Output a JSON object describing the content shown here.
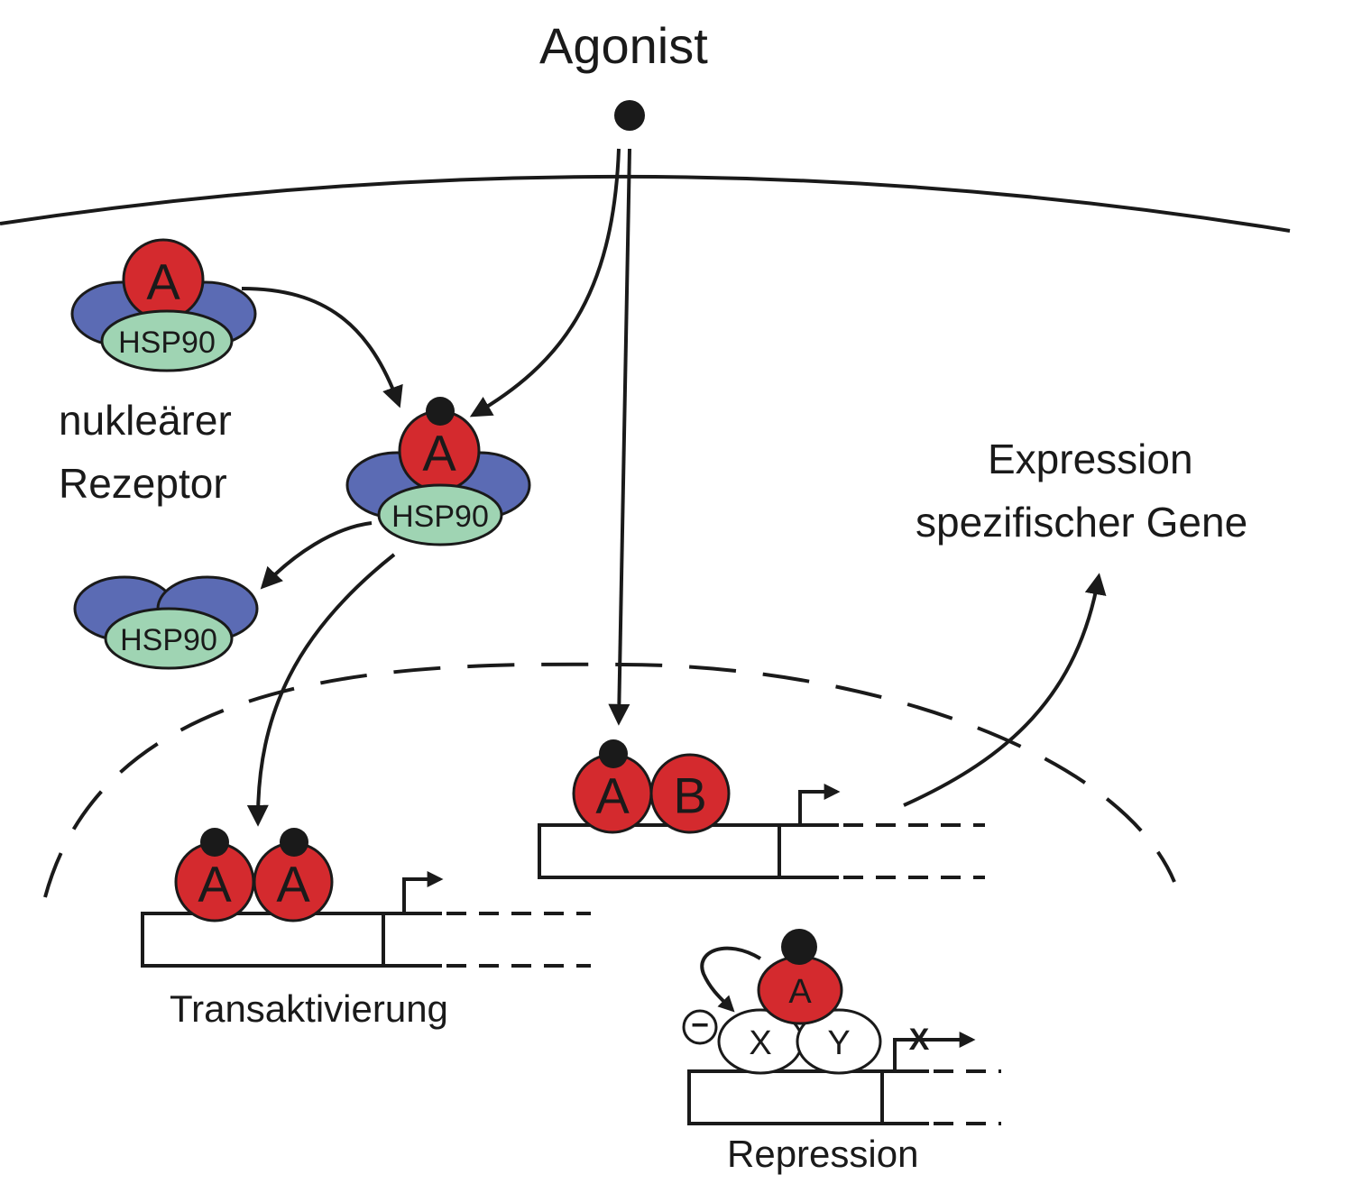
{
  "labels": {
    "agonist": "Agonist",
    "receptor_line1": "nukleärer",
    "receptor_line2": "Rezeptor",
    "expression_line1": "Expression",
    "expression_line2": "spezifischer Gene",
    "transactivation": "Transaktivierung",
    "repression": "Repression"
  },
  "proteins": {
    "receptor": "A",
    "partner": "B",
    "chaperone": "HSP90",
    "factor_x": "X",
    "factor_y": "Y",
    "blocked_mark": "X",
    "minus_sign": "−"
  },
  "colors": {
    "receptor_fill": "#d42a2e",
    "hsp90_fill": "#9fd4b3",
    "hsp90_wing_fill": "#5b6bb4",
    "line": "#1a1a1a",
    "background": "#ffffff"
  }
}
